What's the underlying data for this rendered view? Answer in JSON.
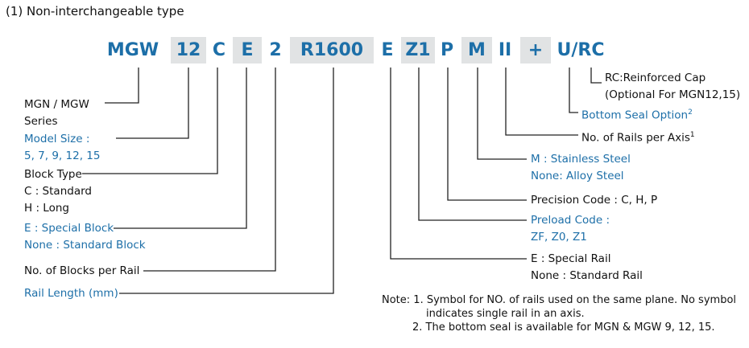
{
  "title": "(1) Non-interchangeable type",
  "codes": [
    "MGW",
    "12",
    "C",
    "E",
    "2",
    "R1600",
    "E",
    "Z1",
    "P",
    "M",
    "II",
    "+",
    "U/RC"
  ],
  "labels": {
    "series_1": "MGN / MGW",
    "series_2": "Series",
    "model_size_1": "Model Size :",
    "model_size_2": "5, 7, 9, 12, 15",
    "block_type_1": "Block Type",
    "block_type_2": "C : Standard",
    "block_type_3": "H : Long",
    "special_block_1": "E : Special Block",
    "special_block_2": "None : Standard Block",
    "blocks_per_rail": "No. of Blocks per Rail",
    "rail_length": "Rail Length (mm)",
    "rc_cap_1": "RC:Reinforced Cap",
    "rc_cap_2": "(Optional For MGN12,15)",
    "bottom_seal": "Bottom Seal Option",
    "bottom_seal_sup": "2",
    "rails_per_axis": "No. of Rails per Axis",
    "rails_per_axis_sup": "1",
    "material_1": "M : Stainless Steel",
    "material_2": "None: Alloy Steel",
    "precision": "Precision Code : C, H, P",
    "preload_1": "Preload Code :",
    "preload_2": "ZF, Z0, Z1",
    "special_rail_1": "E : Special Rail",
    "special_rail_2": "None : Standard Rail"
  },
  "notes": {
    "prefix": "Note:",
    "note1_line1": "1. Symbol for NO. of rails used on the same plane. No symbol",
    "note1_line2": "indicates single rail in an axis.",
    "note2": "2. The bottom seal is available for MGN & MGW 9, 12, 15."
  },
  "colors": {
    "accent_blue": "#1d6fa8",
    "box_gray": "#e1e3e4",
    "text": "#111111"
  }
}
